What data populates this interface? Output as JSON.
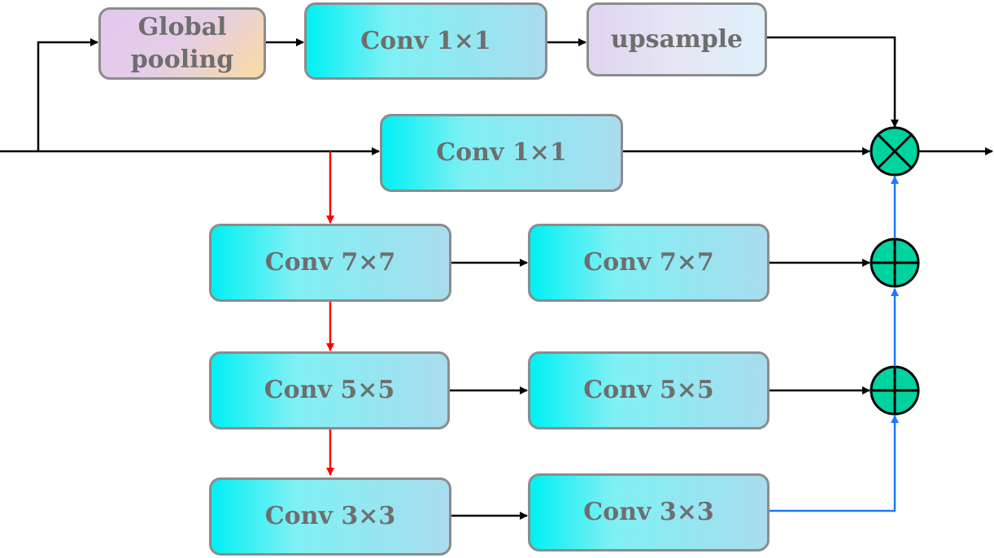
{
  "blocks": {
    "global_pooling": "Global\npooling",
    "conv1x1_top": "Conv 1×1",
    "upsample": "upsample",
    "conv1x1_mid": "Conv 1×1",
    "conv7x7_a": "Conv 7×7",
    "conv7x7_b": "Conv 7×7",
    "conv5x5_a": "Conv 5×5",
    "conv5x5_b": "Conv 5×5",
    "conv3x3_a": "Conv 3×3",
    "conv3x3_b": "Conv 3×3"
  },
  "operators": {
    "multiply": "⊗",
    "add_top": "⊕",
    "add_bottom": "⊕"
  },
  "colors": {
    "conv_fill_left": "#00f0f4",
    "conv_fill_right": "#a9dcee",
    "operator_fill": "#00d2a0",
    "black_arrow": "#000000",
    "red_arrow": "#ff0000",
    "blue_arrow": "#1e78ff",
    "box_border": "#8c8c8c",
    "text": "#6e6e6e"
  }
}
